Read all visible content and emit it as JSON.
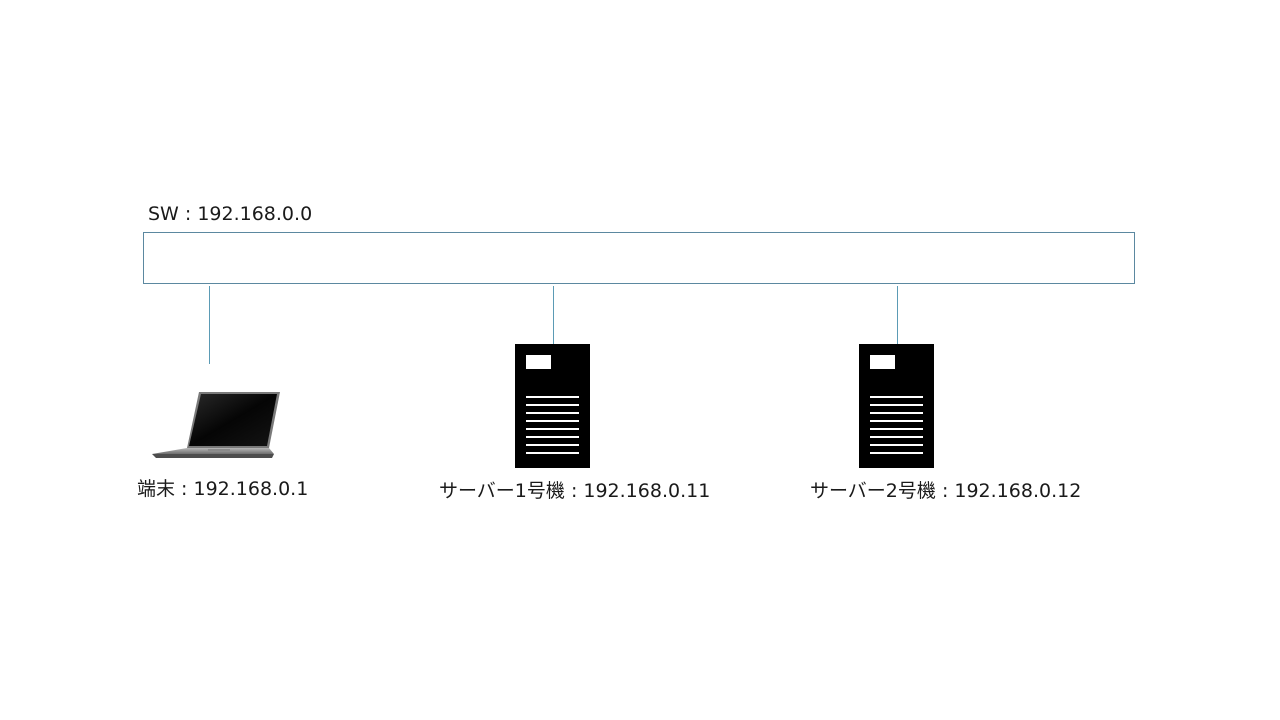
{
  "diagram": {
    "switch": {
      "label": "SW : 192.168.0.0"
    },
    "nodes": [
      {
        "id": "terminal",
        "label": "端末 : 192.168.0.1",
        "icon": "laptop-icon"
      },
      {
        "id": "server1",
        "label": "サーバー1号機 : 192.168.0.11",
        "icon": "server-icon"
      },
      {
        "id": "server2",
        "label": "サーバー2号機 : 192.168.0.12",
        "icon": "server-icon"
      }
    ],
    "colors": {
      "switch_border": "#5b88a0",
      "link": "#5b9bb5",
      "server_body": "#000000"
    }
  }
}
